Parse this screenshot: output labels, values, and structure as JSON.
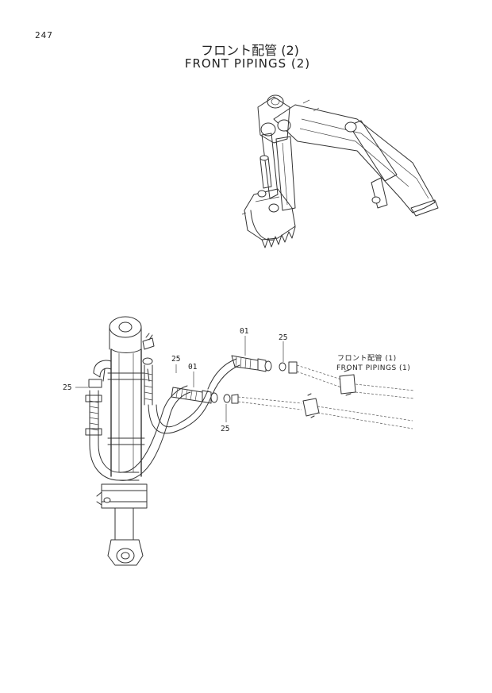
{
  "page": {
    "number": "247",
    "title_jp": "フロント配管 (2)",
    "title_en": "FRONT PIPINGS (2)"
  },
  "callouts": {
    "hose_top": "01",
    "hose_mid": "01",
    "oring_right_top": "25",
    "oring_mid_top": "25",
    "oring_left": "25",
    "oring_bottom": "25"
  },
  "reference": {
    "jp": "フロント配管 (1)",
    "en": "FRONT PIPINGS (1)"
  }
}
